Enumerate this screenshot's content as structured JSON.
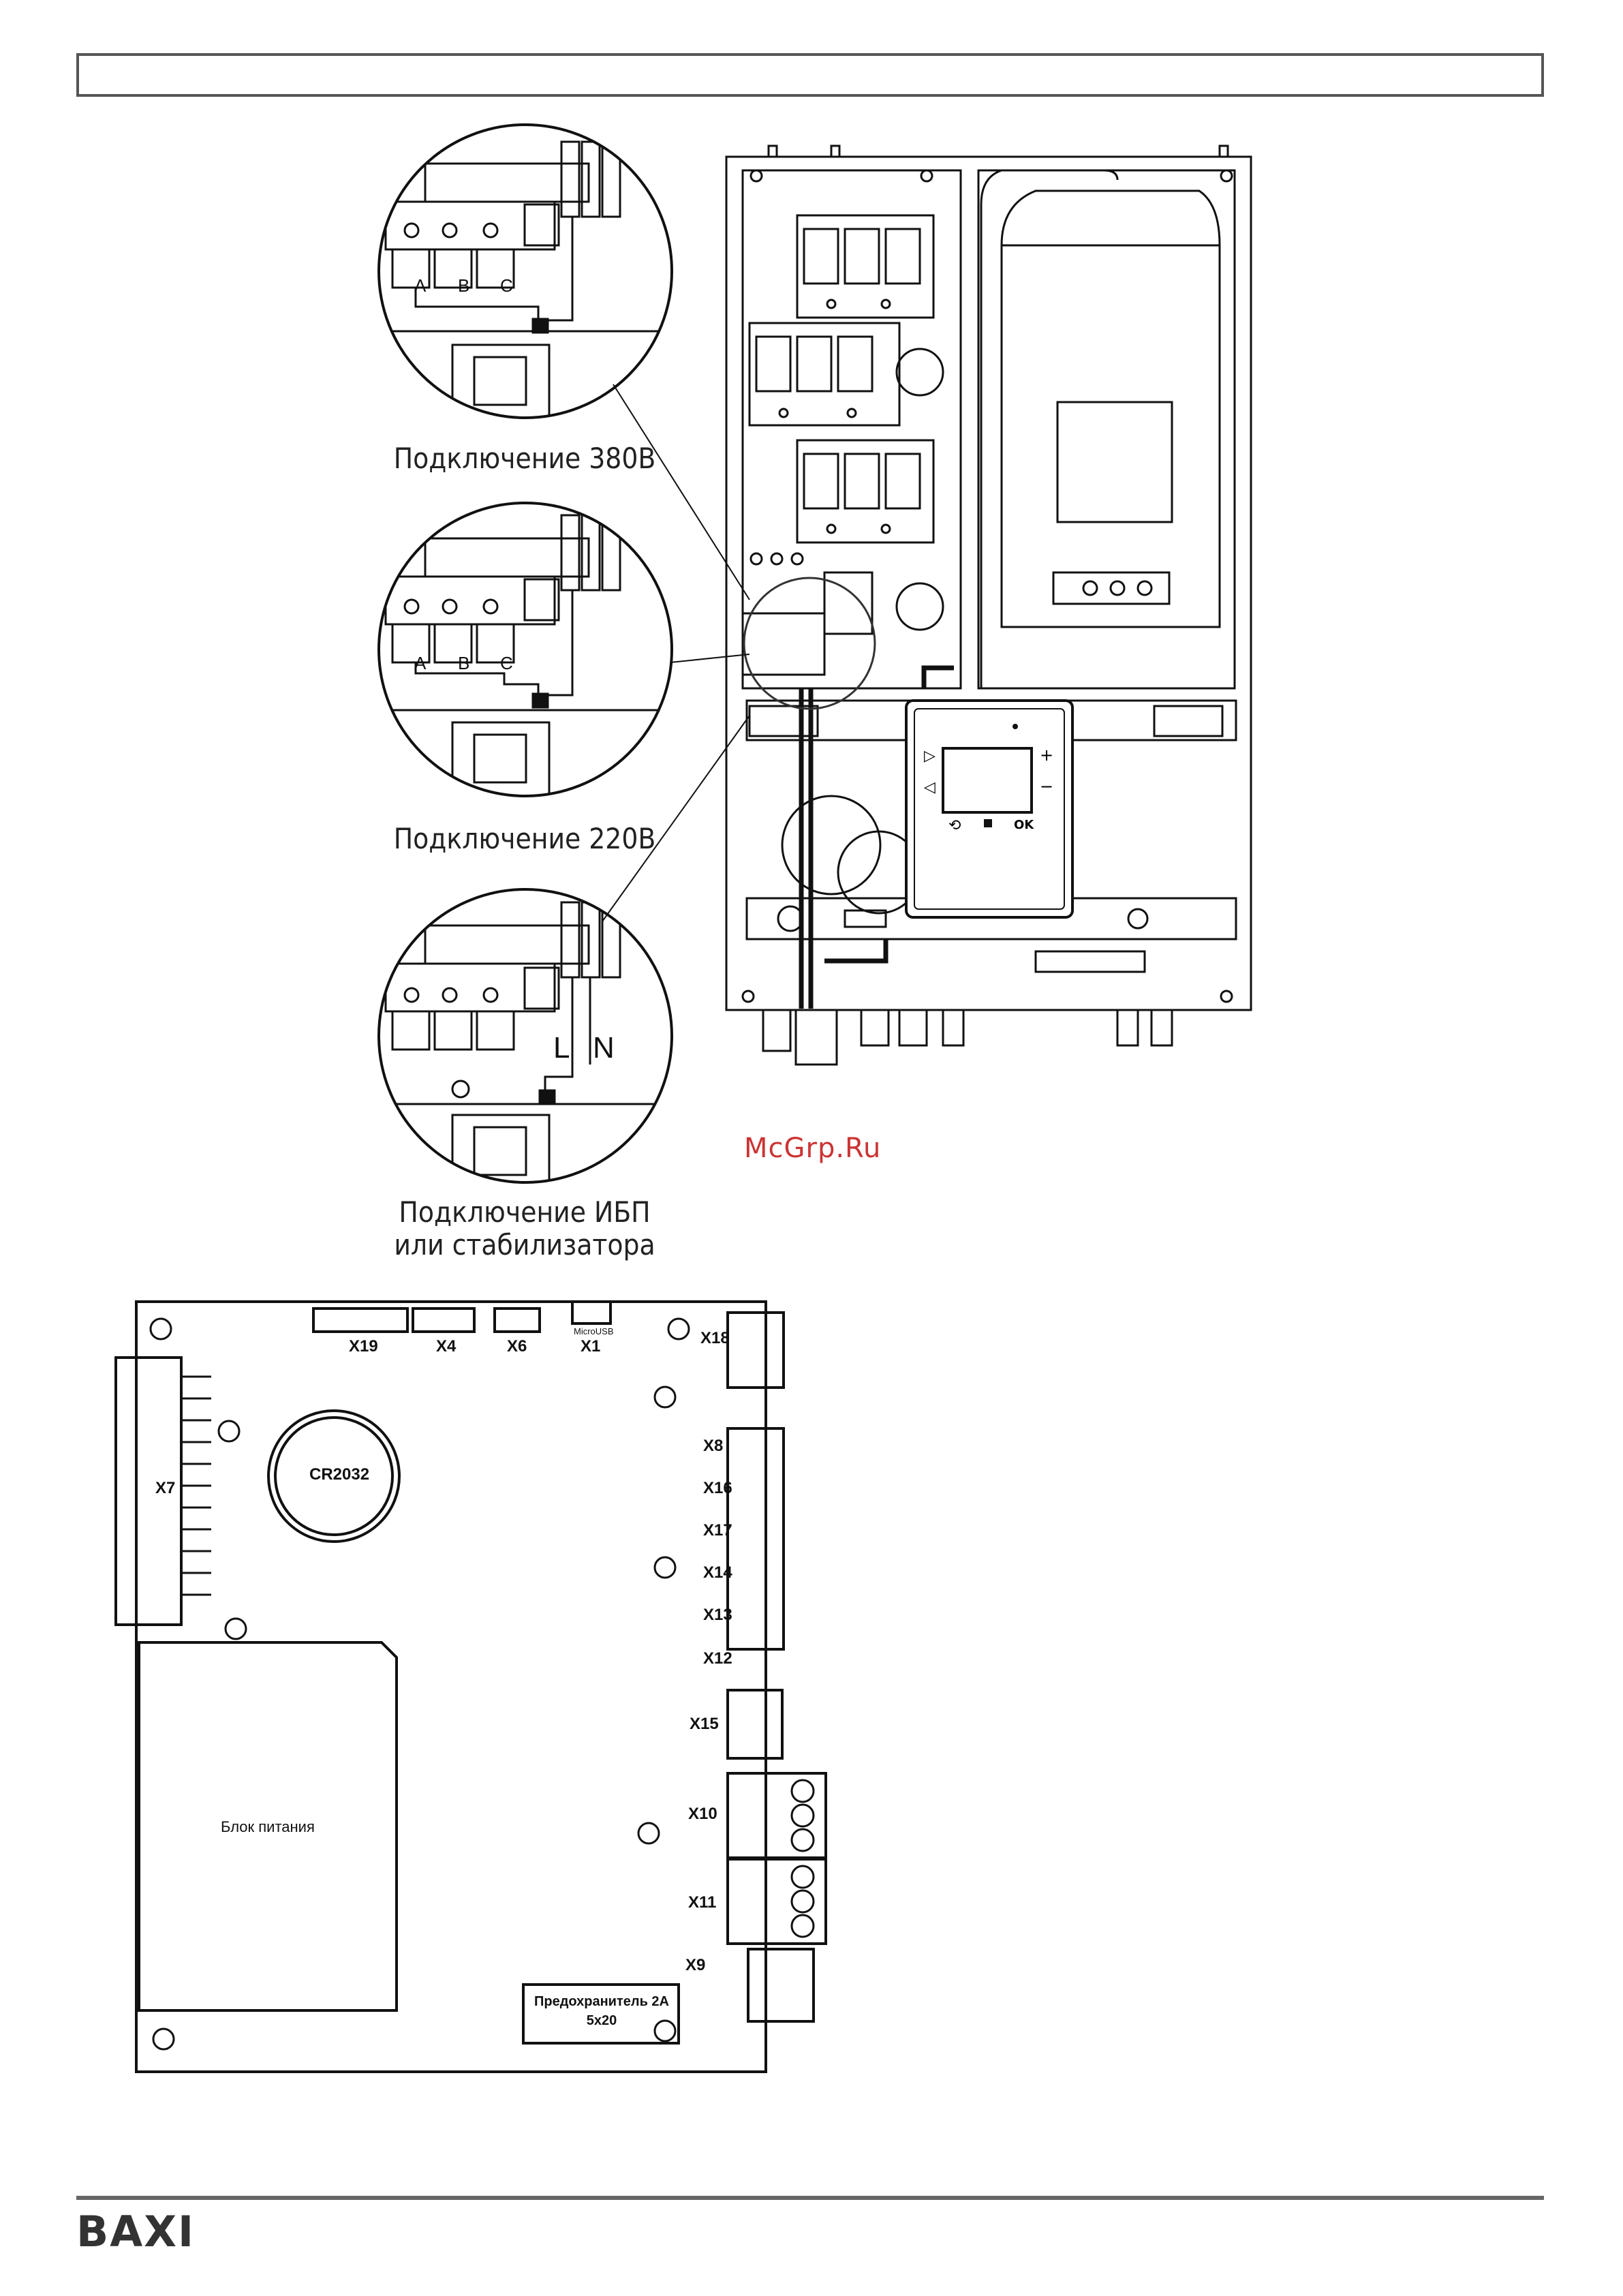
{
  "captions": {
    "c380": "Подключение 380В",
    "c220": "Подключение 220В",
    "ups_1": "Подключение ИБП",
    "ups_2": "или стабилизатора"
  },
  "phase_labels": [
    "A",
    "B",
    "C"
  ],
  "ups_labels": {
    "l": "L",
    "n": "N"
  },
  "watermark": "McGrp.Ru",
  "panel": {
    "ok": "OK"
  },
  "pcb": {
    "top_connectors": [
      "X19",
      "X4",
      "X6",
      "X1"
    ],
    "micro_usb": "MicroUSB",
    "x7": "X7",
    "x18": "X18",
    "battery": "CR2032",
    "power_block": "Блок питания",
    "right_connectors": [
      "X8",
      "X16",
      "X17",
      "X14",
      "X13",
      "X12"
    ],
    "x15": "X15",
    "x10": "X10",
    "x11": "X11",
    "x9": "X9",
    "fuse_1": "Предохранитель 2А",
    "fuse_2": "5х20"
  },
  "brand": "BAXI"
}
